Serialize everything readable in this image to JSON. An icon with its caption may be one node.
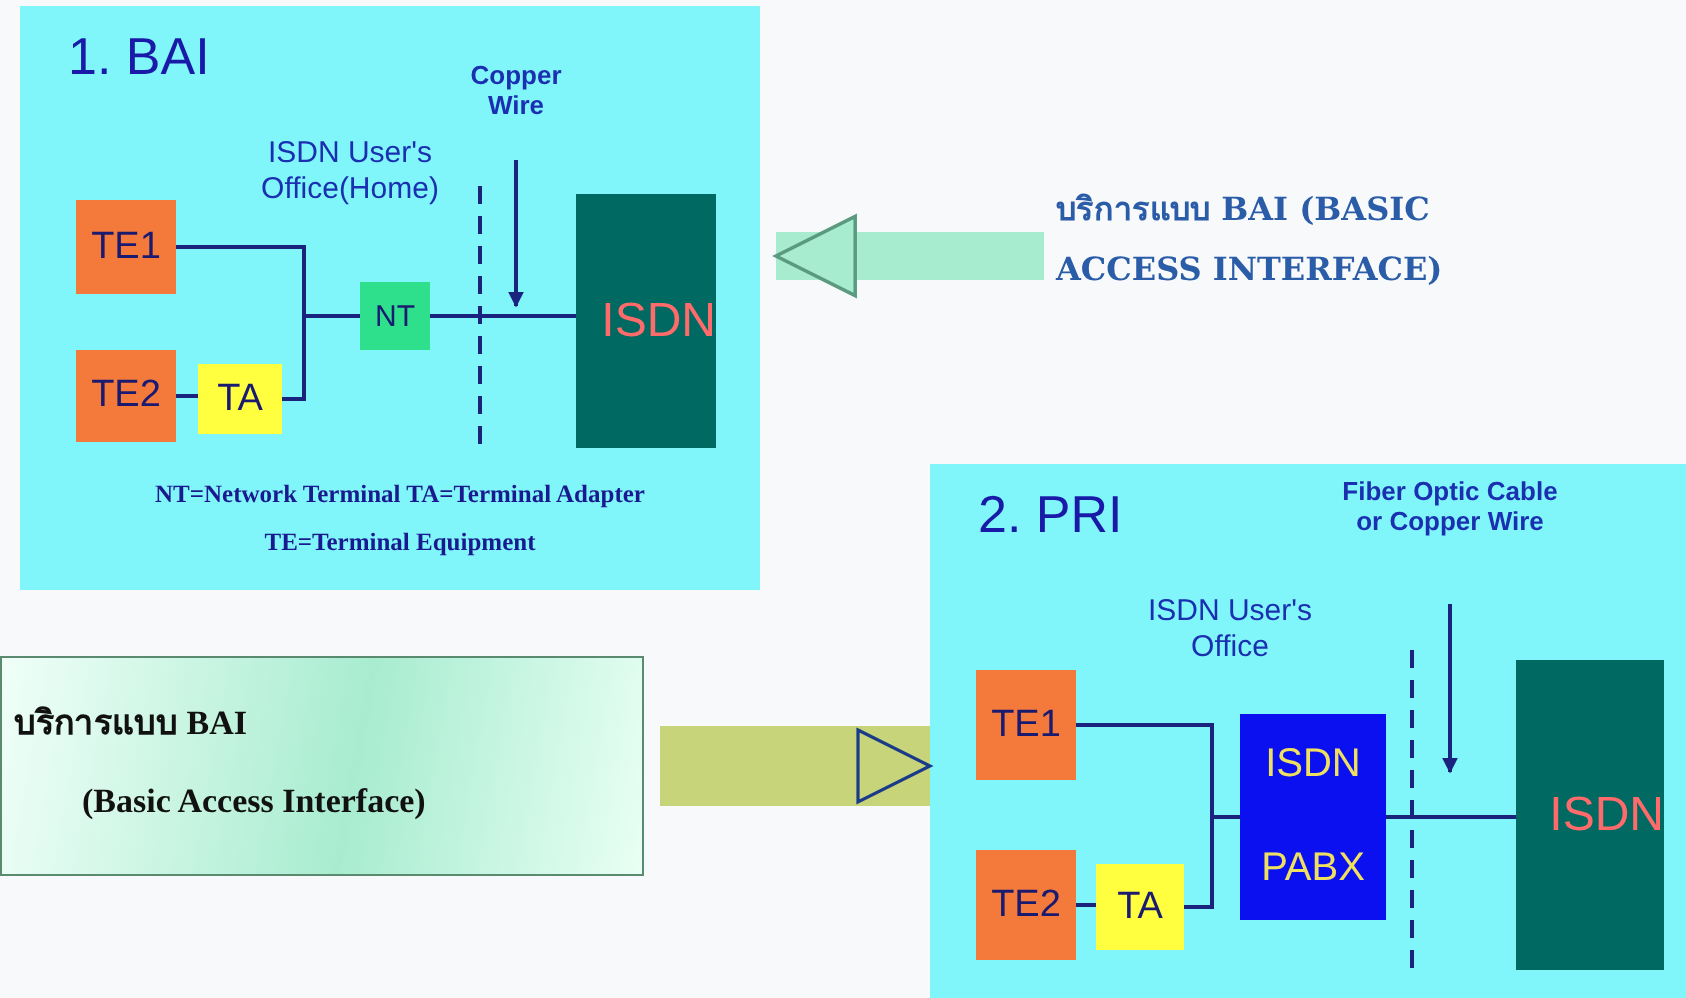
{
  "diagram": {
    "nodes": [
      {
        "text": [
          "1. BAI"
        ]
      },
      {
        "text": [
          "Copper Wire"
        ],
        "in": 0
      },
      {
        "text": [
          "TE1"
        ],
        "in": 0
      },
      {
        "text": [
          "TE2"
        ],
        "in": 0
      },
      {
        "text": [
          "TA"
        ],
        "in": 0
      },
      {
        "text": [
          "NT"
        ],
        "in": 0
      },
      {
        "text": [
          "ISDN"
        ],
        "in": 0
      },
      {
        "text": [
          "บริการแบบ BAI (BASIC ACCESS INTERFACE)"
        ]
      },
      {
        "text": [
          "2. PRI"
        ]
      },
      {
        "text": [
          "Fiber Optic Cable or Copper Wire"
        ],
        "in": 8
      },
      {
        "text": [
          "TE1"
        ],
        "in": 8
      },
      {
        "text": [
          "TE2"
        ],
        "in": 8
      },
      {
        "text": [
          "TA"
        ],
        "in": 8
      },
      {
        "text": [
          "ISDN",
          "PABX"
        ],
        "in": 8
      },
      {
        "text": [
          "ISDN"
        ],
        "in": 8
      },
      {
        "text": [
          "บริการแบบ BAI",
          "(Basic Access Interface)"
        ]
      }
    ],
    "edges": [
      {
        "from": 1,
        "to": null,
        "arrow": "to"
      },
      {
        "from": 2,
        "to": 5,
        "arrow": "none"
      },
      {
        "from": 4,
        "to": 5,
        "arrow": "none"
      },
      {
        "from": 3,
        "to": 4,
        "arrow": "none"
      },
      {
        "from": 5,
        "to": 6,
        "arrow": "none"
      },
      {
        "from": 7,
        "to": 0,
        "arrow": "to",
        "style": "thick",
        "color": "#a8ecd0"
      },
      {
        "from": 9,
        "to": null,
        "arrow": "to"
      },
      {
        "from": 10,
        "to": 13,
        "arrow": "none"
      },
      {
        "from": 12,
        "to": 13,
        "arrow": "none"
      },
      {
        "from": 11,
        "to": 12,
        "arrow": "none"
      },
      {
        "from": 13,
        "to": 14,
        "arrow": "none"
      },
      {
        "from": 15,
        "to": 8,
        "arrow": "to",
        "style": "thick",
        "color": "#c8d47a"
      }
    ],
    "labels": [
      "ISDN User's Office(Home)",
      "NT=Network Terminal TA=Terminal Adapter",
      "TE=Terminal Equipment",
      "ISDN User's Office"
    ]
  }
}
